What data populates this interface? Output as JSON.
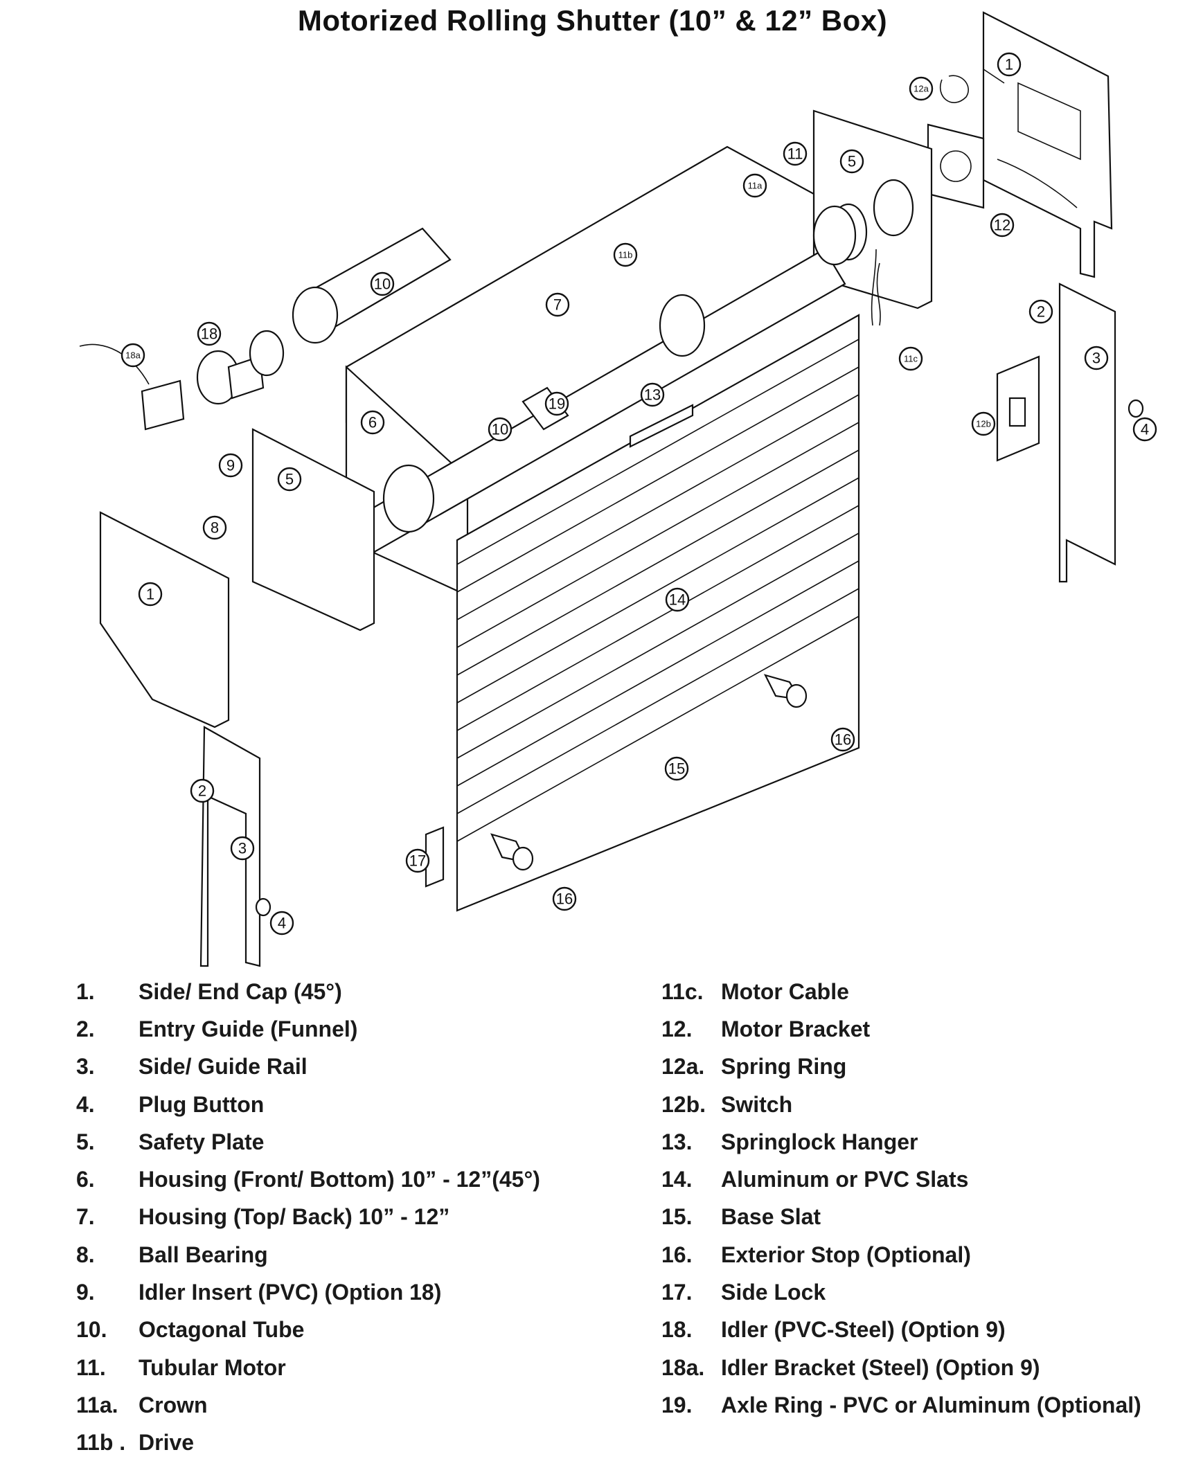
{
  "title": "Motorized Rolling Shutter (10” & 12” Box)",
  "callouts": {
    "c1": "1",
    "c2": "2",
    "c3": "3",
    "c4": "4",
    "c5": "5",
    "c6": "6",
    "c7": "7",
    "c8": "8",
    "c9": "9",
    "c10": "10",
    "c11": "11",
    "c11a": "11a",
    "c11b": "11b",
    "c11c": "11c",
    "c12": "12",
    "c12a": "12a",
    "c12b": "12b",
    "c13": "13",
    "c14": "14",
    "c15": "15",
    "c16": "16",
    "c17": "17",
    "c18": "18",
    "c18a": "18a",
    "c19": "19"
  },
  "legend_left": [
    {
      "num": "1.",
      "label": "Side/ End Cap (45°)"
    },
    {
      "num": "2.",
      "label": "Entry Guide  (Funnel)"
    },
    {
      "num": "3.",
      "label": "Side/ Guide Rail"
    },
    {
      "num": "4.",
      "label": "Plug Button"
    },
    {
      "num": "5.",
      "label": "Safety Plate"
    },
    {
      "num": "6.",
      "label": "Housing (Front/ Bottom) 10” - 12”(45°)"
    },
    {
      "num": "7.",
      "label": "Housing (Top/ Back) 10” - 12”"
    },
    {
      "num": "8.",
      "label": "Ball Bearing"
    },
    {
      "num": "9.",
      "label": "Idler Insert (PVC) (Option 18)"
    },
    {
      "num": "10.",
      "label": "Octagonal Tube"
    },
    {
      "num": "11.",
      "label": "Tubular Motor"
    },
    {
      "num": "11a.",
      "label": "Crown"
    },
    {
      "num": "11b .",
      "label": "Drive"
    }
  ],
  "legend_right": [
    {
      "num": "11c.",
      "label": "Motor Cable"
    },
    {
      "num": "12.",
      "label": "Motor Bracket"
    },
    {
      "num": "12a.",
      "label": "Spring Ring"
    },
    {
      "num": "12b.",
      "label": "Switch"
    },
    {
      "num": "13.",
      "label": "Springlock Hanger"
    },
    {
      "num": "14.",
      "label": "Aluminum or PVC Slats"
    },
    {
      "num": "15.",
      "label": "Base Slat"
    },
    {
      "num": "16.",
      "label": "Exterior Stop (Optional)"
    },
    {
      "num": "17.",
      "label": "Side Lock"
    },
    {
      "num": "18.",
      "label": "Idler (PVC-Steel) (Option 9)"
    },
    {
      "num": "18a.",
      "label": "Idler Bracket (Steel) (Option 9)"
    },
    {
      "num": "19.",
      "label": "Axle Ring - PVC or Aluminum (Optional)"
    }
  ]
}
